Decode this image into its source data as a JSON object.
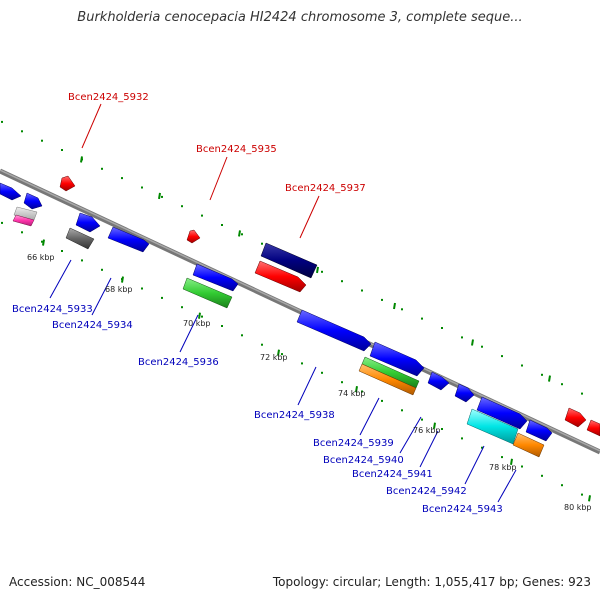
{
  "header": {
    "title": "Burkholderia cenocepacia HI2424 chromosome 3, complete seque..."
  },
  "colors": {
    "backbone": "#808080",
    "tick_dots": "#008800",
    "red_label": "#cc0000",
    "blue_label": "#0000bb",
    "gene_blue": "#0000ff",
    "gene_red": "#ff0000",
    "gene_navy": "#000080",
    "gene_green": "#33cc33",
    "gene_orange": "#ff8800",
    "gene_cyan": "#00e5e5",
    "gene_gray": "#666666",
    "gene_pink": "#ff33aa"
  },
  "kbp_labels": [
    "66 kbp",
    "68 kbp",
    "70 kbp",
    "72 kbp",
    "74 kbp",
    "76 kbp",
    "78 kbp",
    "80 kbp"
  ],
  "gene_labels": {
    "outer": [
      "Bcen2424_5932",
      "Bcen2424_5935",
      "Bcen2424_5937"
    ],
    "inner": [
      "Bcen2424_5933",
      "Bcen2424_5934",
      "Bcen2424_5936",
      "Bcen2424_5938",
      "Bcen2424_5939",
      "Bcen2424_5940",
      "Bcen2424_5941",
      "Bcen2424_5942",
      "Bcen2424_5943"
    ]
  },
  "footer": {
    "accession": "Accession: NC_008544",
    "summary": "Topology: circular; Length: 1,055,417 bp; Genes: 923"
  }
}
